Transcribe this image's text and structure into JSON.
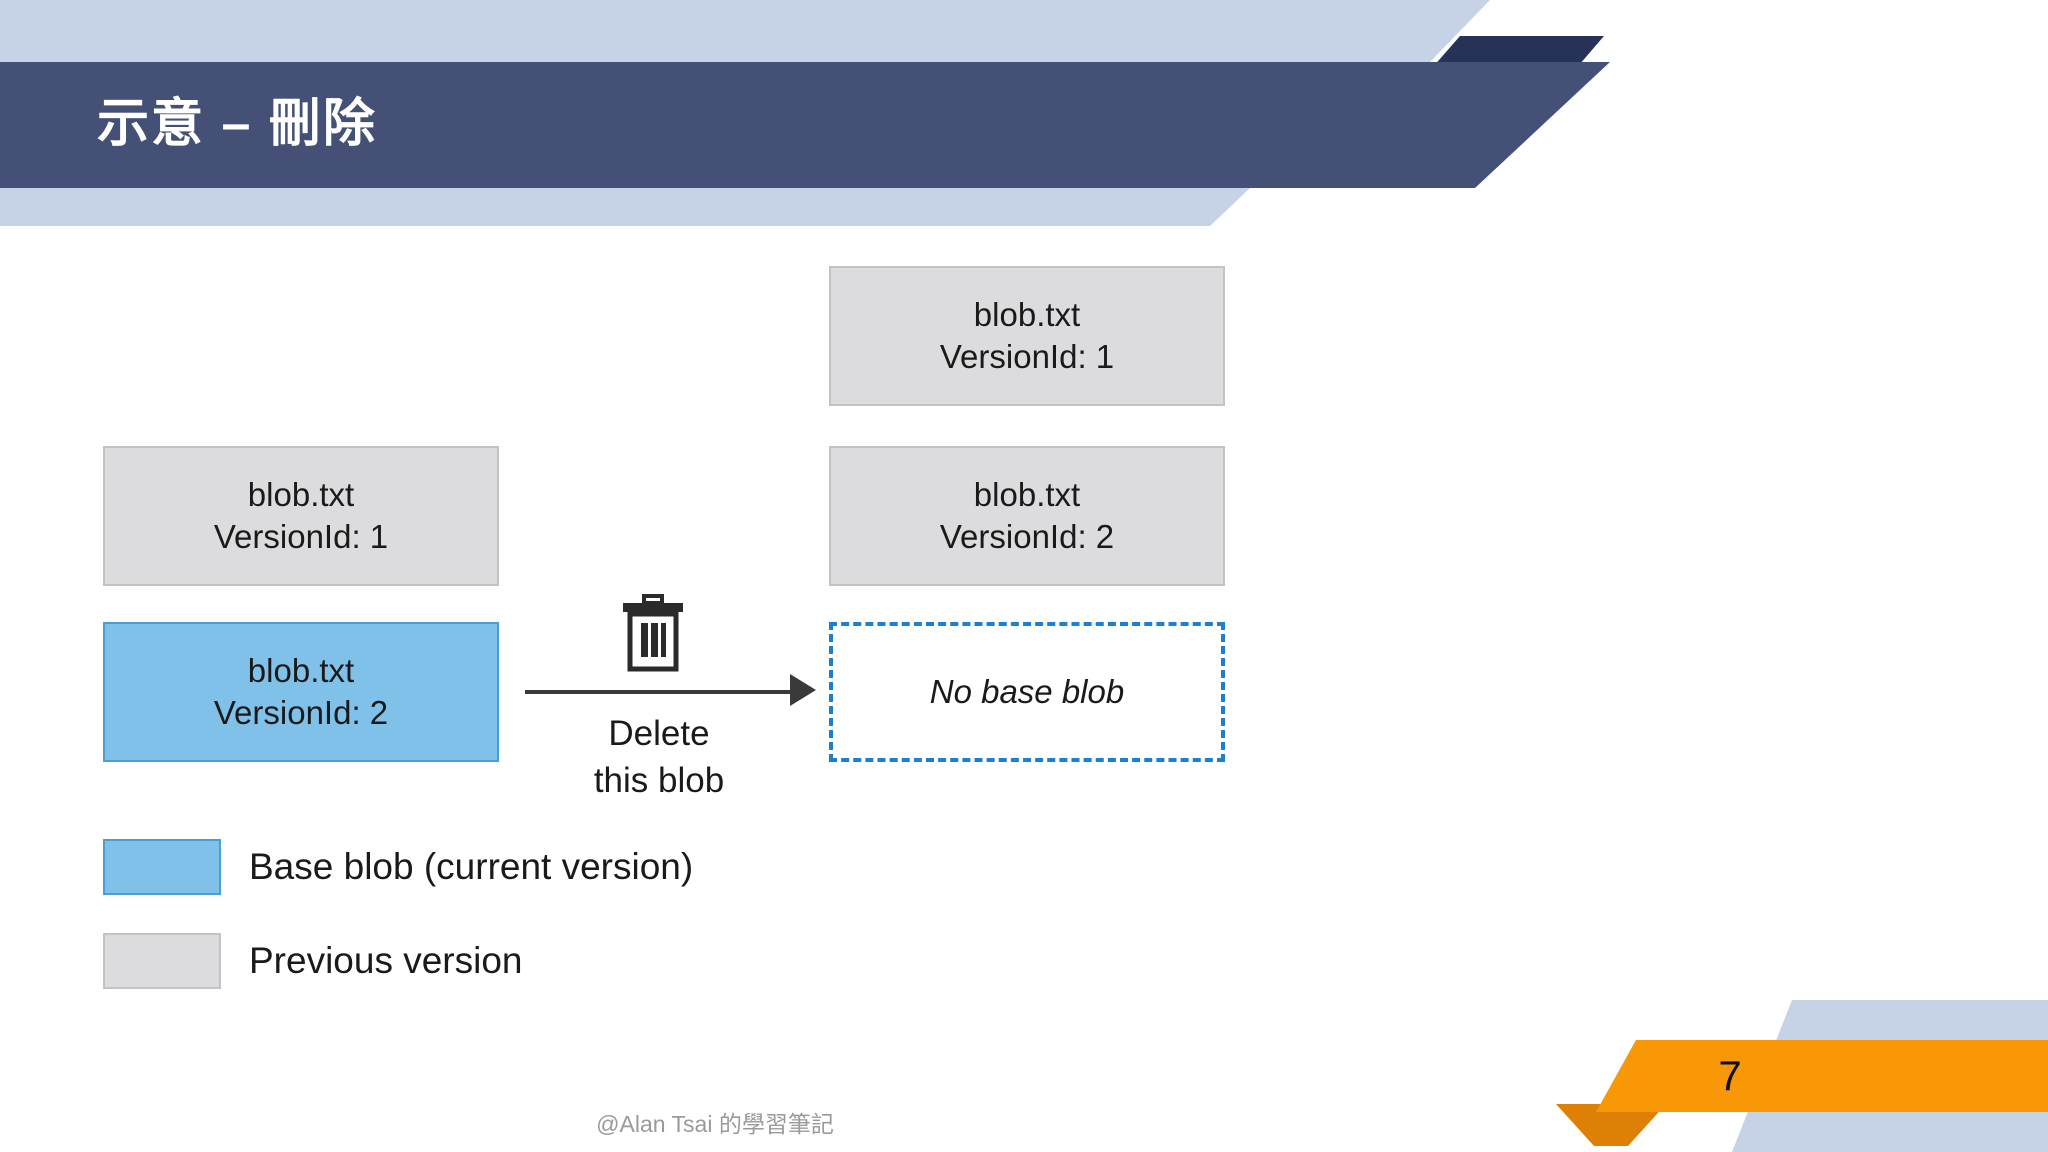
{
  "slide": {
    "title": "示意 – 刪除",
    "page_number": "7",
    "footer_note": "@Alan Tsai 的學習筆記"
  },
  "colors": {
    "header_dark_blue": "#445075",
    "header_light_blue": "#c6d2e6",
    "header_notch_dark": "#263357",
    "base_blob_fill": "#7fc1e8",
    "base_blob_border": "#4b9ed4",
    "previous_version_fill": "#dcdcde",
    "previous_version_border": "#c3c3c5",
    "no_base_blob_border": "#1b7fd4",
    "accent_orange": "#f99806",
    "accent_orange_shadow": "#dd8005",
    "text_dark": "#1a1a1a",
    "footer_text": "#9a9a9a"
  },
  "diagram": {
    "left_column": {
      "boxes": [
        {
          "name": "blob.txt",
          "version": "VersionId: 1",
          "kind": "previous-version"
        },
        {
          "name": "blob.txt",
          "version": "VersionId: 2",
          "kind": "base-blob"
        }
      ]
    },
    "right_column": {
      "boxes": [
        {
          "name": "blob.txt",
          "version": "VersionId: 1",
          "kind": "previous-version"
        },
        {
          "name": "blob.txt",
          "version": "VersionId: 2",
          "kind": "previous-version"
        },
        {
          "name": "No base blob",
          "kind": "empty-placeholder"
        }
      ]
    },
    "transition": {
      "icon": "trash-icon",
      "label_line1": "Delete",
      "label_line2": "this blob"
    }
  },
  "legend": {
    "items": [
      {
        "label": "Base blob (current version)",
        "swatch": "base-blob"
      },
      {
        "label": "Previous version",
        "swatch": "previous-version"
      }
    ]
  }
}
